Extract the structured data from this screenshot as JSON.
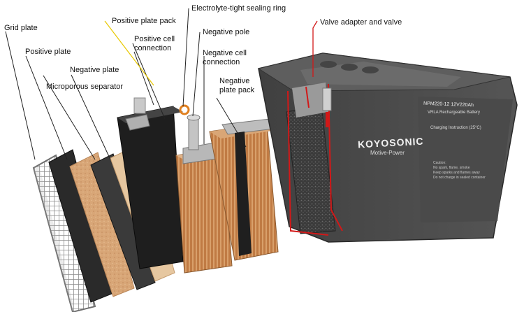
{
  "labels": {
    "grid_plate": "Grid plate",
    "positive_plate": "Positive plate",
    "negative_plate": "Negative plate",
    "microporous_separator": "Microporous separator",
    "positive_plate_pack": "Positive plate pack",
    "positive_cell_connection": [
      "Positive cell",
      "connection"
    ],
    "electrolyte_sealing_ring": "Electrolyte-tight sealing ring",
    "negative_pole": "Negative pole",
    "negative_cell_connection": [
      "Negative cell",
      "connection"
    ],
    "negative_plate_pack": [
      "Negative",
      "plate pack"
    ],
    "valve_adapter": "Valve adapter and valve"
  },
  "battery": {
    "brand": "KOYOSONIC",
    "subtitle": "Motive-Power",
    "model": "NPM220-12  12V220Ah",
    "type_line": "VRLA Rechargeable Battery",
    "charging_title": "Charging Instruction (25°C)",
    "caution_title": "Caution:",
    "caution_lines": [
      "No spark, flame, smoke",
      "Keep sparks and flames away",
      "Do not charge in sealed container"
    ]
  },
  "colors": {
    "case_dark": "#4b4b4b",
    "case_top": "#5a5a5a",
    "leader_red": "#d21818",
    "leader_yellow": "#e8c800",
    "wood": "#d9a878",
    "copper_plate": "#c98a4e"
  }
}
